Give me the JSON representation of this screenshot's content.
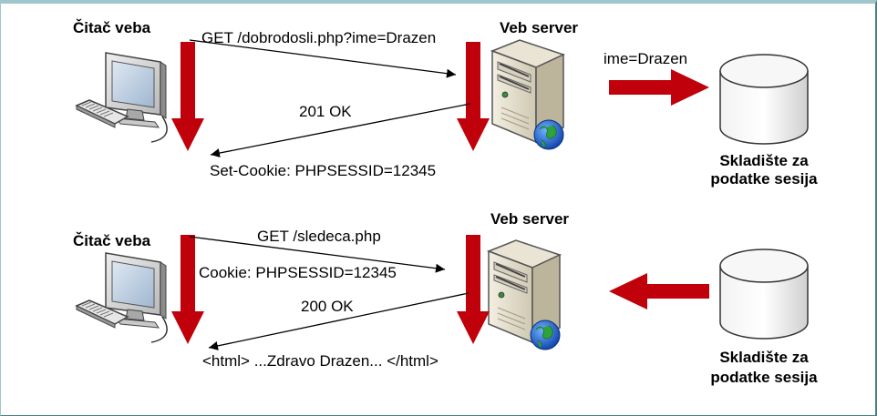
{
  "top": {
    "browser_label": "Čitač veba",
    "server_label": "Veb server",
    "request_line": "GET /dobrodosli.php?ime=Drazen",
    "response_status": "201 OK",
    "response_header": "Set-Cookie: PHPSESSID=12345",
    "store_label": "ime=Drazen",
    "db_label_line1": "Skladište za",
    "db_label_line2": "podatke sesija"
  },
  "bottom": {
    "browser_label": "Čitač veba",
    "server_label": "Veb server",
    "request_line": "GET /sledeca.php",
    "request_header": "Cookie: PHPSESSID=12345",
    "response_status": "200 OK",
    "response_body": "<html> ...Zdravo Drazen... </html>",
    "db_label_line1": "Skladište za",
    "db_label_line2": "podatke sesija"
  },
  "colors": {
    "arrow_red": "#c0000a",
    "frame": "#9fc6cc"
  }
}
